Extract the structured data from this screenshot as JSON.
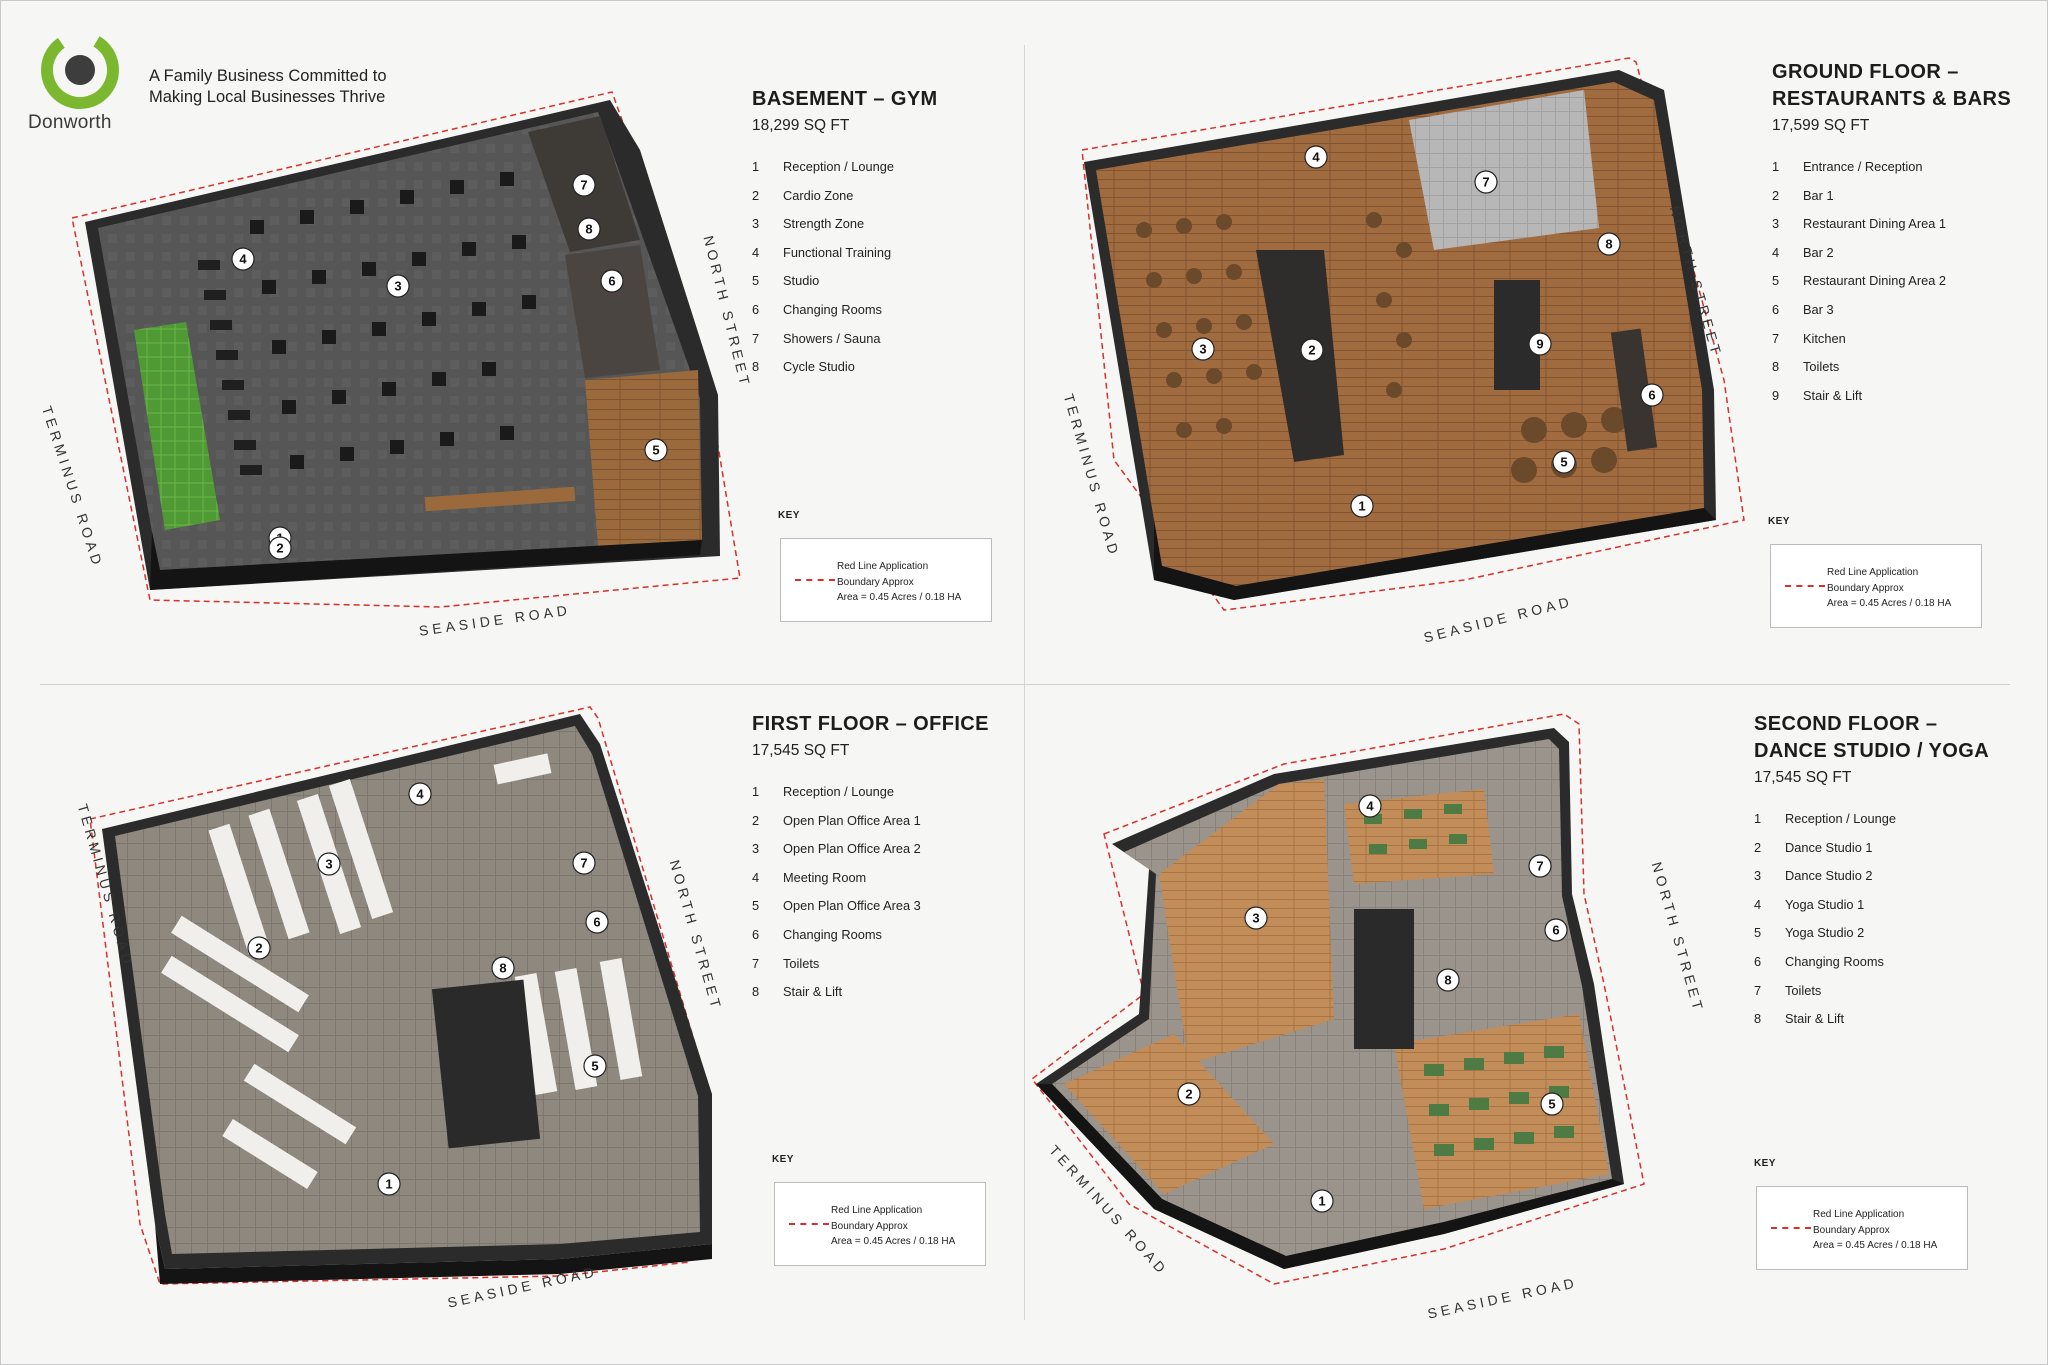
{
  "brand": {
    "name": "Donworth",
    "tagline_line1": "A Family Business Committed to",
    "tagline_line2": "Making Local Businesses Thrive",
    "colors": {
      "accent_green": "#7cb82f",
      "logo_dark": "#3d3d3d",
      "boundary_red": "#d8302a",
      "page_bg": "#f6f6f5"
    }
  },
  "floors": [
    {
      "title": "BASEMENT – GYM",
      "area": "18,299 SQ FT",
      "rooms": [
        {
          "n": "1",
          "label": "Reception / Lounge"
        },
        {
          "n": "2",
          "label": "Cardio Zone"
        },
        {
          "n": "3",
          "label": "Strength Zone"
        },
        {
          "n": "4",
          "label": "Functional Training"
        },
        {
          "n": "5",
          "label": "Studio"
        },
        {
          "n": "6",
          "label": "Changing Rooms"
        },
        {
          "n": "7",
          "label": "Showers / Sauna"
        },
        {
          "n": "8",
          "label": "Cycle Studio"
        }
      ],
      "roads": {
        "west": "TERMINUS ROAD",
        "south": "SEASIDE ROAD",
        "east": "NORTH STREET"
      }
    },
    {
      "title": "GROUND FLOOR –\nRESTAURANTS & BARS",
      "area": "17,599 SQ FT",
      "rooms": [
        {
          "n": "1",
          "label": "Entrance / Reception"
        },
        {
          "n": "2",
          "label": "Bar 1"
        },
        {
          "n": "3",
          "label": "Restaurant Dining Area 1"
        },
        {
          "n": "4",
          "label": "Bar 2"
        },
        {
          "n": "5",
          "label": "Restaurant Dining Area 2"
        },
        {
          "n": "6",
          "label": "Bar 3"
        },
        {
          "n": "7",
          "label": "Kitchen"
        },
        {
          "n": "8",
          "label": "Toilets"
        },
        {
          "n": "9",
          "label": "Stair & Lift"
        }
      ],
      "roads": {
        "west": "TERMINUS ROAD",
        "south": "SEASIDE ROAD",
        "east": "NORTH STREET"
      }
    },
    {
      "title": "FIRST FLOOR – OFFICE",
      "area": "17,545 SQ FT",
      "rooms": [
        {
          "n": "1",
          "label": "Reception / Lounge"
        },
        {
          "n": "2",
          "label": "Open Plan Office Area 1"
        },
        {
          "n": "3",
          "label": "Open Plan Office Area 2"
        },
        {
          "n": "4",
          "label": "Meeting Room"
        },
        {
          "n": "5",
          "label": "Open Plan Office Area 3"
        },
        {
          "n": "6",
          "label": "Changing Rooms"
        },
        {
          "n": "7",
          "label": "Toilets"
        },
        {
          "n": "8",
          "label": "Stair & Lift"
        }
      ],
      "roads": {
        "west": "TERMINUS ROAD",
        "south": "SEASIDE ROAD",
        "east": "NORTH STREET"
      }
    },
    {
      "title": "SECOND FLOOR –\nDANCE STUDIO / YOGA",
      "area": "17,545 SQ FT",
      "rooms": [
        {
          "n": "1",
          "label": "Reception / Lounge"
        },
        {
          "n": "2",
          "label": "Dance Studio 1"
        },
        {
          "n": "3",
          "label": "Dance Studio 2"
        },
        {
          "n": "4",
          "label": "Yoga Studio 1"
        },
        {
          "n": "5",
          "label": "Yoga Studio 2"
        },
        {
          "n": "6",
          "label": "Changing Rooms"
        },
        {
          "n": "7",
          "label": "Toilets"
        },
        {
          "n": "8",
          "label": "Stair & Lift"
        }
      ],
      "roads": {
        "west": "TERMINUS ROAD",
        "south": "SEASIDE ROAD",
        "east": "NORTH STREET"
      }
    }
  ],
  "key": {
    "title": "KEY",
    "line1": "Red Line Application",
    "line2": "Boundary Approx",
    "line3": "Area = 0.45 Acres / 0.18 HA"
  }
}
